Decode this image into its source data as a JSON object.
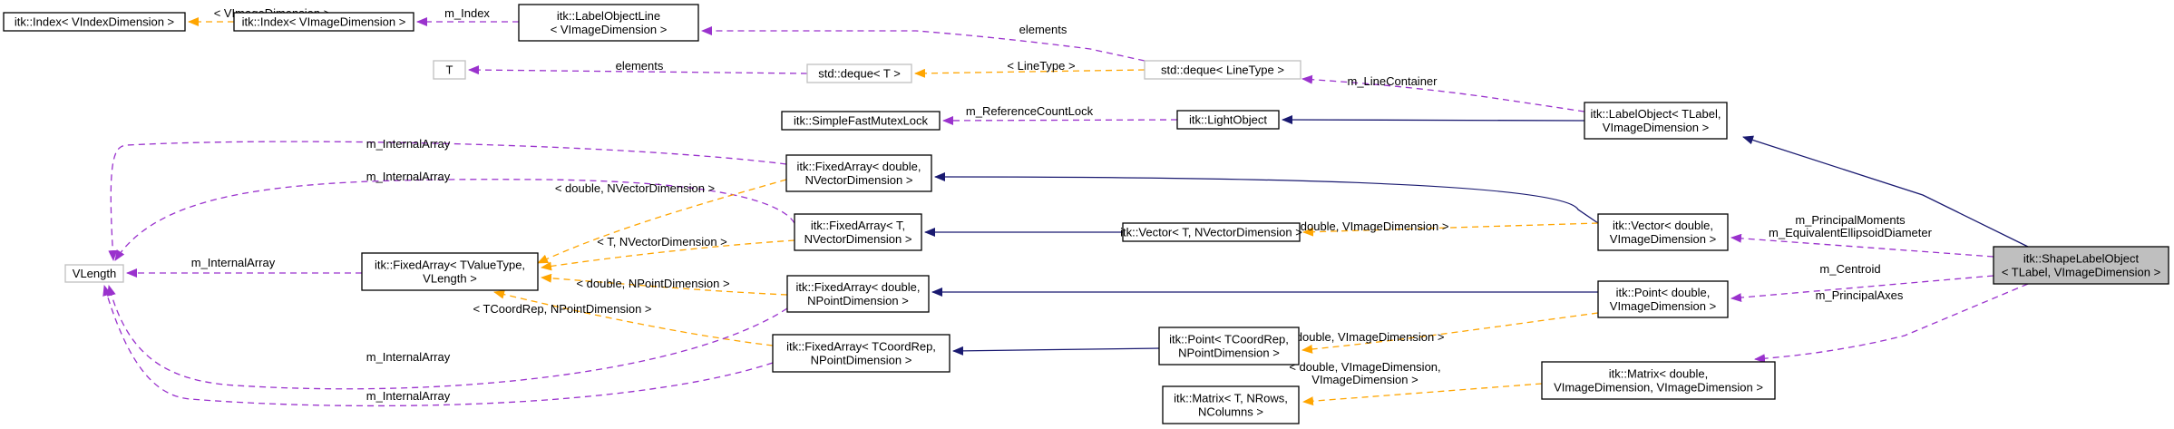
{
  "nodes": {
    "index_vindex": [
      "itk::Index< VIndexDimension >"
    ],
    "index_vimage": [
      "itk::Index< VImageDimension >"
    ],
    "labelobjectline": [
      "itk::LabelObjectLine",
      "< VImageDimension >"
    ],
    "deque_linetype": [
      "std::deque< LineType >"
    ],
    "t": [
      "T"
    ],
    "deque_t": [
      "std::deque< T >"
    ],
    "mutexlock": [
      "itk::SimpleFastMutexLock"
    ],
    "lightobject": [
      "itk::LightObject"
    ],
    "labelobject": [
      "itk::LabelObject< TLabel,",
      "VImageDimension >"
    ],
    "fa_double_nvector": [
      "itk::FixedArray< double,",
      "NVectorDimension >"
    ],
    "fa_t_nvector": [
      "itk::FixedArray< T,",
      "NVectorDimension >"
    ],
    "vector_t": [
      "itk::Vector< T, NVectorDimension >"
    ],
    "vector_double": [
      "itk::Vector< double,",
      "VImageDimension >"
    ],
    "vlength": [
      "VLength"
    ],
    "fa_tvalue": [
      "itk::FixedArray< TValueType,",
      "VLength >"
    ],
    "fa_double_npoint": [
      "itk::FixedArray< double,",
      "NPointDimension >"
    ],
    "point_double": [
      "itk::Point< double,",
      "VImageDimension >"
    ],
    "fa_tcoord": [
      "itk::FixedArray< TCoordRep,",
      "NPointDimension >"
    ],
    "point_tcoord": [
      "itk::Point< TCoordRep,",
      "NPointDimension >"
    ],
    "matrix_double": [
      "itk::Matrix< double,",
      "VImageDimension, VImageDimension >"
    ],
    "matrix_t": [
      "itk::Matrix< T, NRows,",
      "NColumns >"
    ],
    "shapelabelobject": [
      "itk::ShapeLabelObject",
      "< TLabel, VImageDimension >"
    ]
  },
  "edges": {
    "vimagedim_index": [
      "< VImageDimension >"
    ],
    "m_index": [
      "m_Index"
    ],
    "elements_line": [
      "elements"
    ],
    "elements_t": [
      "elements"
    ],
    "linetype": [
      "< LineType >"
    ],
    "m_linecontainer": [
      "m_LineContainer"
    ],
    "m_refcountlock": [
      "m_ReferenceCountLock"
    ],
    "m_internalarray_1": [
      "m_InternalArray"
    ],
    "m_internalarray_2": [
      "m_InternalArray"
    ],
    "double_nvector": [
      "< double, NVectorDimension >"
    ],
    "t_nvector": [
      "< T, NVectorDimension >"
    ],
    "double_vimage_vec": [
      "< double, VImageDimension >"
    ],
    "m_principalmoments": [
      "m_PrincipalMoments",
      "m_EquivalentEllipsoidDiameter"
    ],
    "m_internalarray_3": [
      "m_InternalArray"
    ],
    "m_centroid": [
      "m_Centroid"
    ],
    "double_npoint": [
      "< double, NPointDimension >"
    ],
    "tcoord_npoint": [
      "< TCoordRep, NPointDimension >"
    ],
    "double_vimage_pt": [
      "< double, VImageDimension >"
    ],
    "m_principalaxes": [
      "m_PrincipalAxes"
    ],
    "m_internalarray_4": [
      "m_InternalArray"
    ],
    "m_internalarray_5": [
      "m_InternalArray"
    ],
    "double_vimage_mat": [
      "< double, VImageDimension,",
      "VImageDimension >"
    ]
  }
}
